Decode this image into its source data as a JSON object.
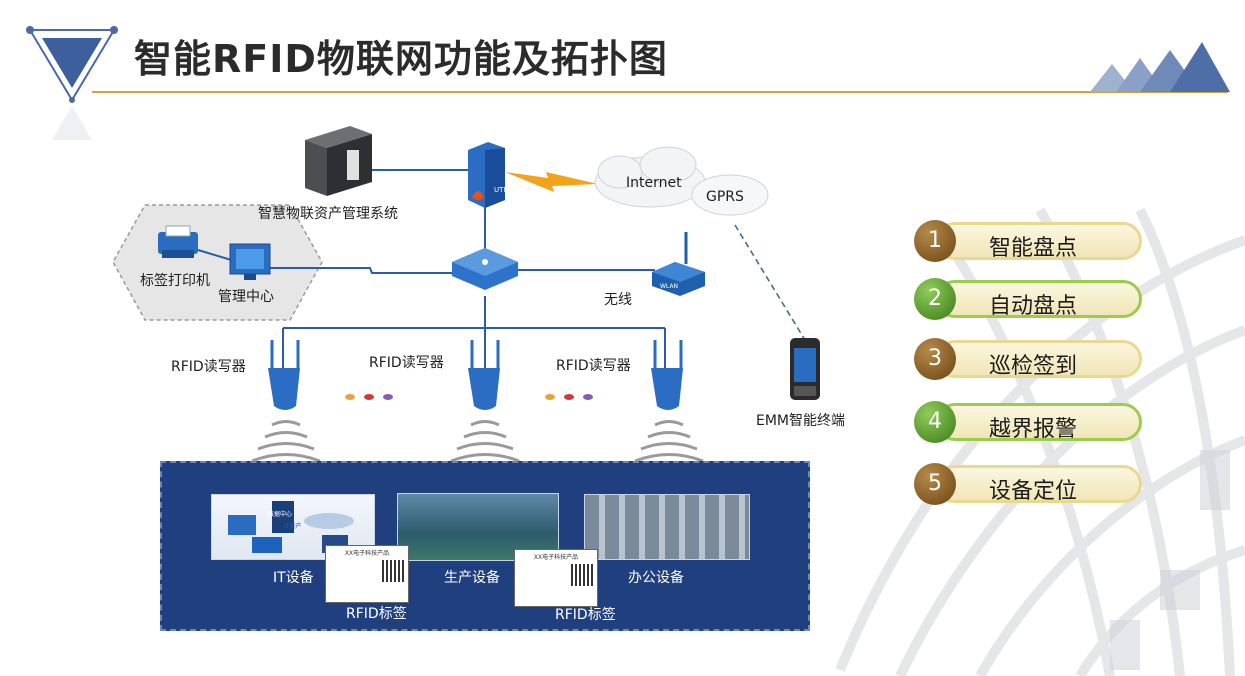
{
  "title": "智能RFID物联网功能及拓扑图",
  "nodes": {
    "server_label": "智慧物联资产管理系统",
    "internet_label": "Internet",
    "gprs_label": "GPRS",
    "printer_label": "标签打印机",
    "mgmt_label": "管理中心",
    "wireless_label": "无线",
    "reader_labels": [
      "RFID读写器",
      "RFID读写器",
      "RFID读写器"
    ],
    "terminal_label": "EMM智能终端",
    "utm_text": "UTM",
    "wlan_text": "WLAN"
  },
  "panel": {
    "devices": [
      "IT设备",
      "生产设备",
      "办公设备"
    ],
    "tags": [
      "RFID标签",
      "RFID标签"
    ],
    "tag_title": "XX电子科技产品",
    "it_screen_text": "数据中心",
    "it_asset_text": "IT资产"
  },
  "features": [
    {
      "num": "1",
      "label": "智能盘点",
      "style": "brown"
    },
    {
      "num": "2",
      "label": "自动盘点",
      "style": "green"
    },
    {
      "num": "3",
      "label": "巡检签到",
      "style": "brown"
    },
    {
      "num": "4",
      "label": "越界报警",
      "style": "green"
    },
    {
      "num": "5",
      "label": "设备定位",
      "style": "brown"
    }
  ],
  "colors": {
    "accent_gold": "#d2a33a",
    "panel_blue": "#1f3f7e",
    "link_blue": "#2a5ca8",
    "lightning": "#f2a21b"
  }
}
